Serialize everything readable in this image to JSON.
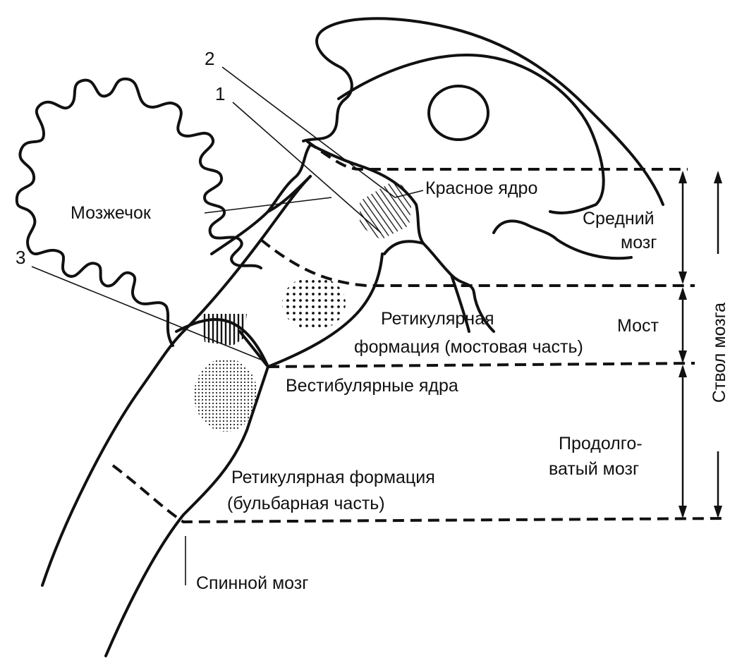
{
  "diagram": {
    "labels": {
      "cerebellum": "Мозжечок",
      "red_nucleus": "Красное ядро",
      "midbrain_1": "Средний",
      "midbrain_2": "мозг",
      "pons": "Мост",
      "reticular_pons_1": "Ретикулярная",
      "reticular_pons_2": "формация (мостовая часть)",
      "vestibular_nuclei": "Вестибулярные ядра",
      "medulla_1": "Продолго-",
      "medulla_2": "ватый мозг",
      "reticular_bulbar_1": "Ретикулярная формация",
      "reticular_bulbar_2": "(бульбарная часть)",
      "spinal_cord": "Спинной мозг",
      "brainstem": "Ствол мозга"
    },
    "numbers": {
      "n1": "1",
      "n2": "2",
      "n3": "3"
    }
  }
}
